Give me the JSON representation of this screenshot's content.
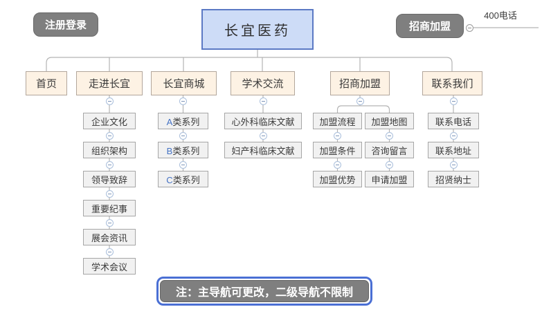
{
  "root": {
    "title": "长宜医药"
  },
  "badges": {
    "login": "注册登录",
    "join": "招商加盟",
    "phone": "400电话"
  },
  "nav": {
    "home": "首页",
    "about": "走进长宜",
    "mall": "长宜商城",
    "academic": "学术交流",
    "join": "招商加盟",
    "contact": "联系我们"
  },
  "subnav": {
    "about": [
      "企业文化",
      "组织架构",
      "领导致辞",
      "重要纪事",
      "展会资讯",
      "学术会议"
    ],
    "mall": [
      "A类系列",
      "B类系列",
      "C类系列"
    ],
    "academic": [
      "心外科临床文献",
      "妇产科临床文献"
    ],
    "join_left": [
      "加盟流程",
      "加盟条件",
      "加盟优势"
    ],
    "join_right": [
      "加盟地图",
      "咨询留言",
      "申请加盟"
    ],
    "contact": [
      "联系电话",
      "联系地址",
      "招贤纳士"
    ]
  },
  "note": "注：主导航可更改，二级导航不限制",
  "colors": {
    "root_fill": "#cddcf7",
    "root_border": "#5b79c4",
    "nav_fill": "#fdf2e4",
    "sub_fill": "#f1f1f1",
    "badge_gray": "#7f7f7f",
    "wire_gray": "#b3b3b3",
    "series_letter_blue": "#4472c4",
    "note_outline_blue": "#4a6fd4"
  }
}
